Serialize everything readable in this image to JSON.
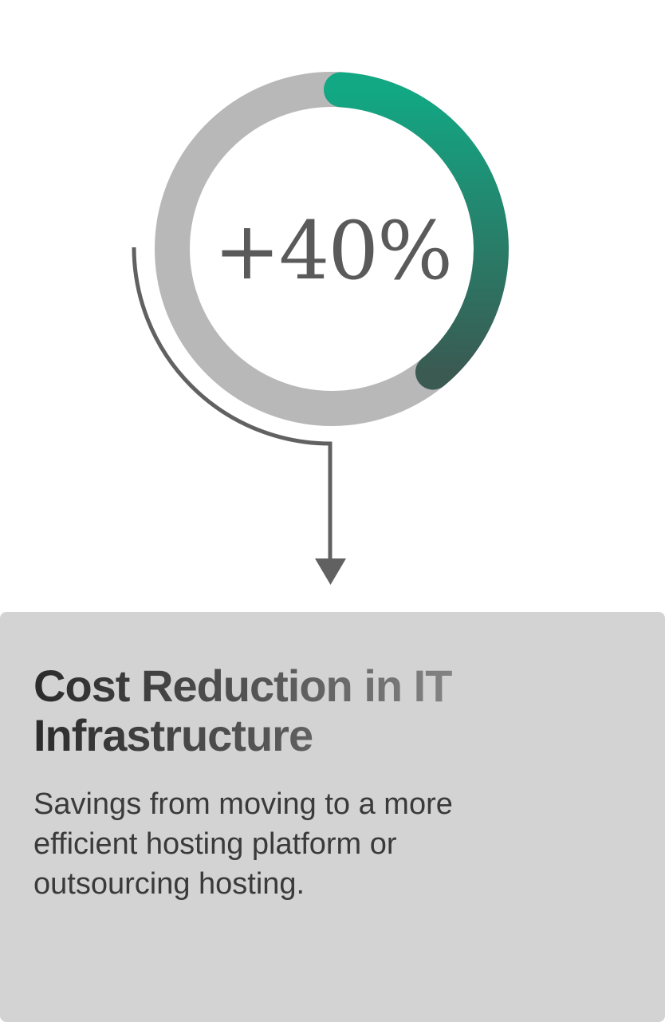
{
  "stat": {
    "value_label": "+40%",
    "progress_percent": 40
  },
  "card": {
    "title": "Cost Reduction in IT Infrastructure",
    "description": "Savings from moving to a more efficient hosting platform or outsourcing hosting."
  },
  "colors": {
    "ring_track": "#b8b8b8",
    "progress_start": "#12a884",
    "progress_end": "#3a5a52",
    "connector": "#616161",
    "card_background": "#d3d3d3"
  }
}
